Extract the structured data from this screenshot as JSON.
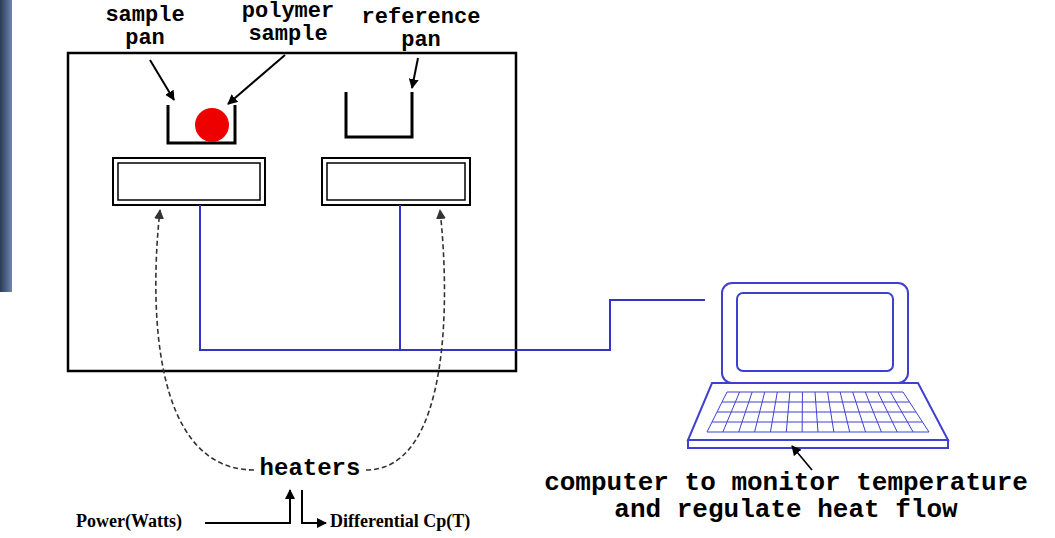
{
  "diagram": {
    "labels": [
      "sample pan",
      "polymer sample",
      "reference pan",
      "heaters",
      "Power(Watts)",
      "Differential Cp(T)",
      "computer to monitor temperature and regulate heat flow"
    ]
  }
}
